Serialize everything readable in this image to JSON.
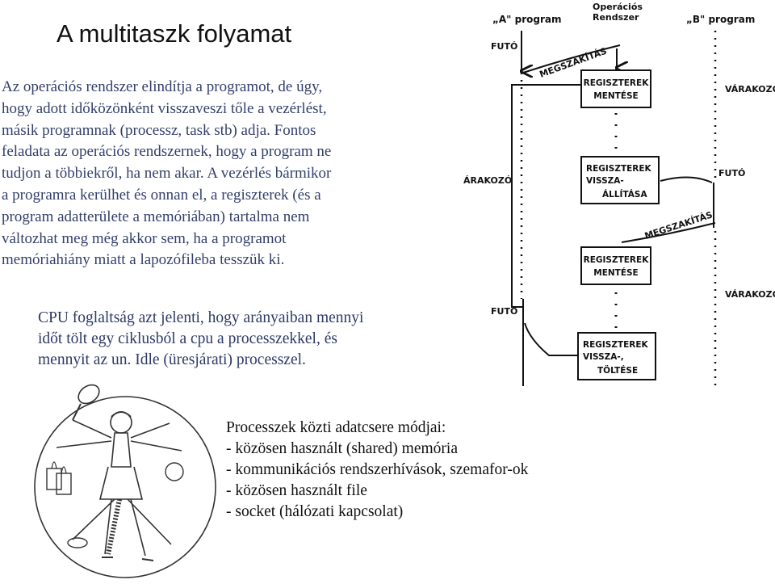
{
  "title": "A multitaszk folyamat",
  "paragraph1": [
    "Az operációs rendszer elindítja a programot, de úgy,",
    "hogy adott időközönként visszaveszi tőle a vezérlést,",
    "másik programnak (processz, task stb) adja. Fontos",
    "feladata az operációs rendszernek, hogy a program ne",
    "tudjon a többiekről, ha nem akar. A vezérlés bármikor",
    "a programra kerülhet és onnan el, a regiszterek (és a",
    "program adatterülete a memóriában) tartalma nem",
    "változhat meg még akkor sem, ha a programot",
    "memóriahiány miatt a lapozófileba tesszük ki."
  ],
  "paragraph2": [
    "CPU foglaltság azt jelenti, hogy arányaiban mennyi",
    "időt tölt egy ciklusból a cpu a processzekkel, és",
    "mennyit az un. Idle (üresjárati) processzel."
  ],
  "paragraph3": [
    "Processzek közti  adatcsere módjai:",
    "- közösen használt (shared) memória",
    "- kommunikációs rendszerhívások, szemafor-ok",
    "- közösen használt file",
    "- socket (hálózati kapcsolat)"
  ],
  "diagram": {
    "header_a": "„A\" program",
    "header_os_line1": "Operációs",
    "header_os_line2": "Rendszer",
    "header_b": "„B\" program",
    "futo": "FUTÓ",
    "varakozo": "VÁRAKOZÓ",
    "varakozo_cut": "ÁRAKOZÓ",
    "megszakitas": "MEGSZAKÍTÁS",
    "box1": [
      "REGISZTEREK",
      "MENTÉSE"
    ],
    "box2": [
      "REGISZTEREK",
      "VISSZA-",
      "ÁLLÍTÁSA"
    ],
    "box3": [
      "REGISZTEREK",
      "MENTÉSE"
    ],
    "box4": [
      "REGISZTEREK",
      "VISSZA-,",
      "TÖLTÉSE"
    ]
  }
}
